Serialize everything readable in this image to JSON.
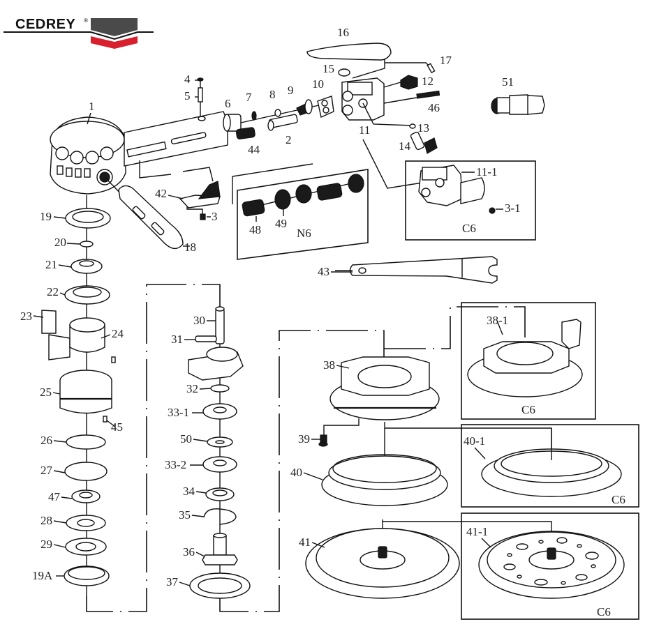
{
  "brand": {
    "name": "CEDREY",
    "registered_mark": "®",
    "colors": {
      "dark": "#4a4a4a",
      "red": "#d81f2e",
      "line": "#111111"
    }
  },
  "diagram": {
    "title": "Random orbital sander exploded parts diagram",
    "part_labels": {
      "p1": "1",
      "p2": "2",
      "p3": "3",
      "p3_1": "3-1",
      "p4": "4",
      "p5": "5",
      "p6": "6",
      "p7": "7",
      "p8": "8",
      "p9": "9",
      "p10": "10",
      "p11": "11",
      "p11_1": "11-1",
      "p12": "12",
      "p13": "13",
      "p14": "14",
      "p15": "15",
      "p16": "16",
      "p17": "17",
      "p18": "18",
      "p19": "19",
      "p19A": "19A",
      "p20": "20",
      "p21": "21",
      "p22": "22",
      "p23": "23",
      "p24": "24",
      "p25": "25",
      "p26": "26",
      "p27": "27",
      "p28": "28",
      "p29": "29",
      "p30": "30",
      "p31": "31",
      "p32": "32",
      "p33_1": "33-1",
      "p33_2": "33-2",
      "p34": "34",
      "p35": "35",
      "p36": "36",
      "p37": "37",
      "p38": "38",
      "p38_1": "38-1",
      "p39": "39",
      "p40": "40",
      "p40_1": "40-1",
      "p41": "41",
      "p41_1": "41-1",
      "p42": "42",
      "p43": "43",
      "p44": "44",
      "p45": "45",
      "p46": "46",
      "p47": "47",
      "p48": "48",
      "p49": "49",
      "p50": "50",
      "p51": "51"
    },
    "variant_boxes": {
      "n6_muffler": "N6",
      "c6_housing": "C6",
      "c6_pad_holder": "C6",
      "c6_shroud": "C6",
      "c6_pad": "C6"
    }
  }
}
